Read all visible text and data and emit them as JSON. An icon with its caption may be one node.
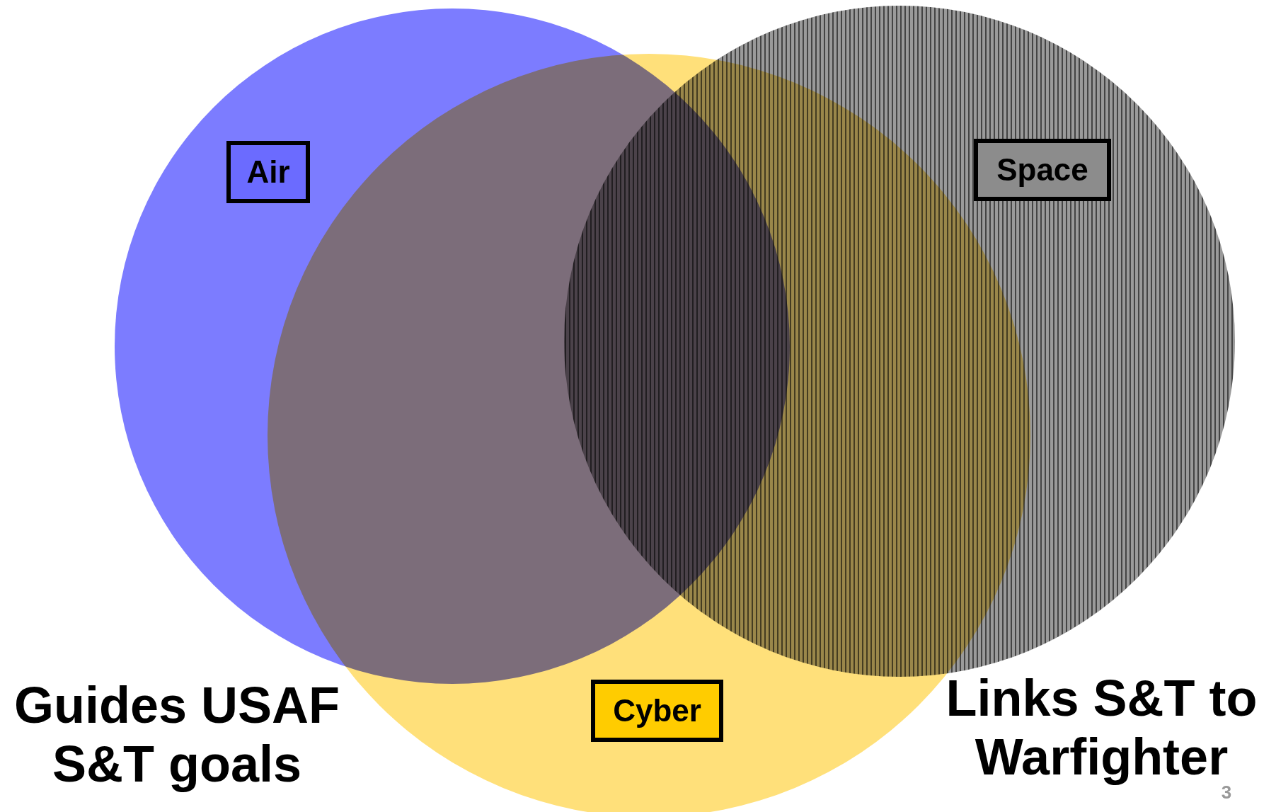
{
  "diagram": {
    "nodes": [
      {
        "text": [
          "Air"
        ]
      },
      {
        "text": [
          "Space"
        ]
      },
      {
        "text": [
          "Cyber"
        ]
      }
    ],
    "labels": [
      "Guides USAF S&T goals",
      "Links S&T to Warfighter",
      "3"
    ]
  }
}
